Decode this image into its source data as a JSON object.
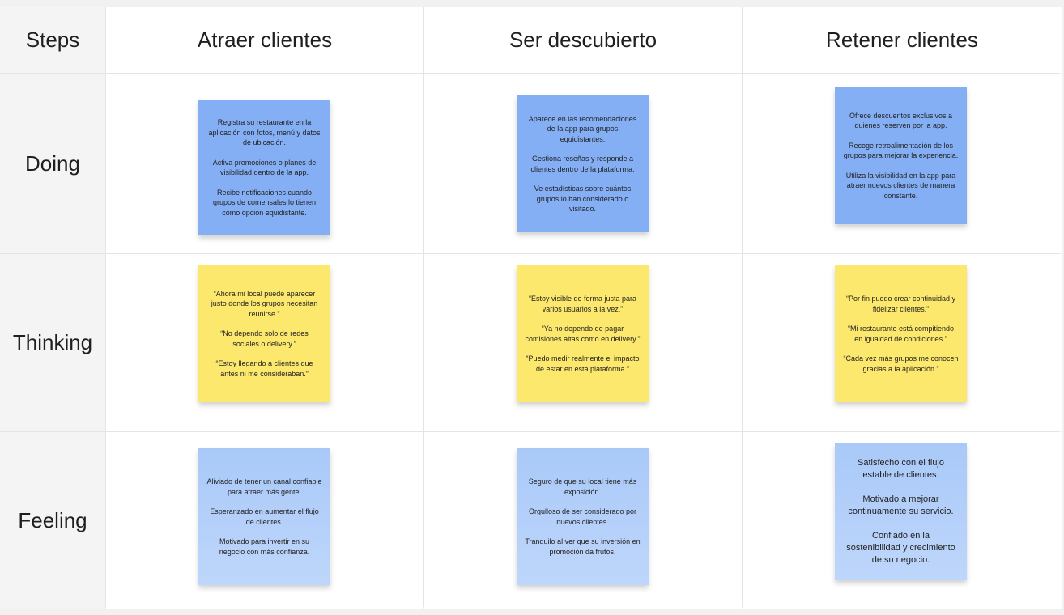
{
  "header": {
    "steps_label": "Steps",
    "columns": [
      "Atraer clientes",
      "Ser descubierto",
      "Retener clientes"
    ]
  },
  "rows": [
    {
      "label": "Doing",
      "notes": [
        [
          "Registra su restaurante en la aplicación con fotos, menú y datos de ubicación.",
          "Activa promociones o planes de visibilidad dentro de la app.",
          "Recibe notificaciones cuando grupos de comensales lo tienen como opción equidistante."
        ],
        [
          "Aparece en las recomendaciones de la app para grupos equidistantes.",
          "Gestiona reseñas y responde a clientes dentro de la plataforma.",
          "Ve estadísticas sobre cuántos grupos lo han considerado o visitado."
        ],
        [
          "Ofrece descuentos exclusivos a quienes reserven por la app.",
          "Recoge retroalimentación de los grupos para mejorar la experiencia.",
          "Utiliza la visibilidad en la app para atraer nuevos clientes de manera constante."
        ]
      ]
    },
    {
      "label": "Thinking",
      "notes": [
        [
          "“Ahora mi local puede aparecer justo donde los grupos necesitan reunirse.”",
          "“No dependo solo de redes sociales o delivery.”",
          "“Estoy llegando a clientes que antes ni me consideraban.”"
        ],
        [
          "“Estoy visible de forma justa para varios usuarios a la vez.”",
          "“Ya no dependo de pagar comisiones altas como en delivery.”",
          "“Puedo medir realmente el impacto de estar en esta plataforma.”"
        ],
        [
          "“Por fin puedo crear continuidad y fidelizar clientes.”",
          "“Mi restaurante está compitiendo en igualdad de condiciones.”",
          "“Cada vez más grupos me conocen gracias a la aplicación.”"
        ]
      ]
    },
    {
      "label": "Feeling",
      "notes": [
        [
          "Aliviado de tener un canal confiable para atraer más gente.",
          "Esperanzado en aumentar el flujo de clientes.",
          "Motivado para invertir en su negocio con más confianza."
        ],
        [
          "Seguro de que su local tiene más exposición.",
          "Orgulloso de ser considerado por nuevos clientes.",
          "Tranquilo al ver que su inversión en promoción da frutos."
        ],
        [
          "Satisfecho con el flujo estable de clientes.",
          "Motivado a mejorar continuamente su servicio.",
          "Confiado en la sostenibilidad y crecimiento de su negocio."
        ]
      ]
    }
  ],
  "colors": {
    "doing": "#85aff4",
    "thinking": "#fde86e",
    "feeling": "#b4cff9"
  }
}
